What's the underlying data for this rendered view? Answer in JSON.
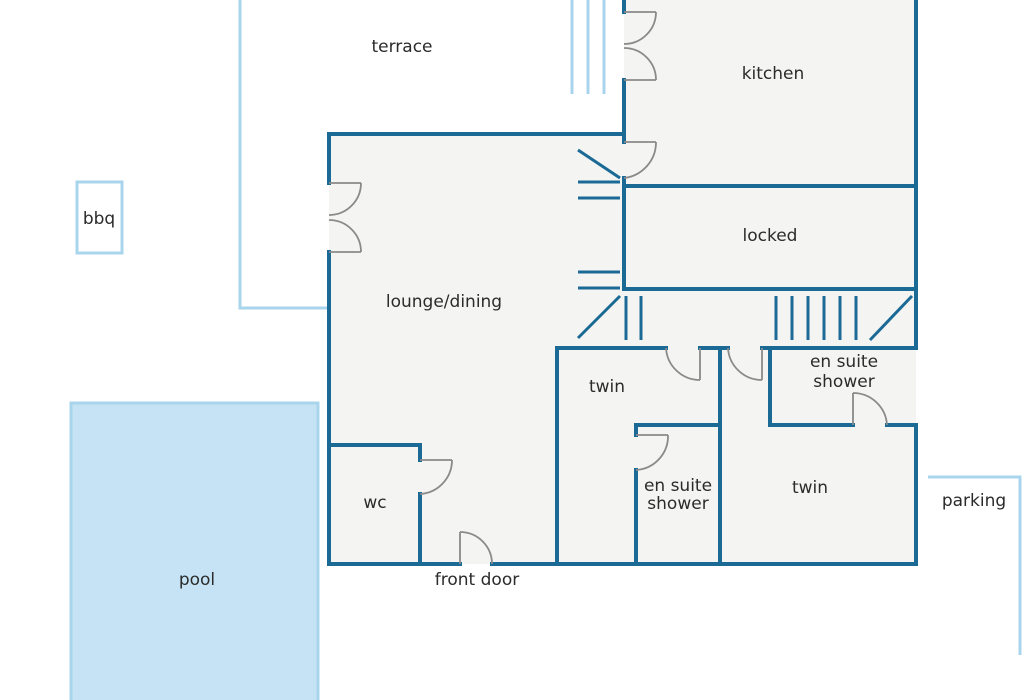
{
  "rooms": {
    "terrace": "terrace",
    "kitchen": "kitchen",
    "bbq": "bbq",
    "locked": "locked",
    "lounge_dining": "lounge/dining",
    "twin_left": "twin",
    "en_suite_shower_right_line1": "en suite",
    "en_suite_shower_right_line2": "shower",
    "wc": "wc",
    "en_suite_shower_left_line1": "en suite",
    "en_suite_shower_left_line2": "shower",
    "twin_right": "twin",
    "parking": "parking",
    "pool": "pool",
    "front_door": "front door"
  },
  "colors": {
    "wall": "#1b6a96",
    "outdoor_line": "#a9d5ec",
    "pool": "#c5e3f5",
    "room_fill": "#f4f4f3",
    "door": "#8a8a8a"
  }
}
